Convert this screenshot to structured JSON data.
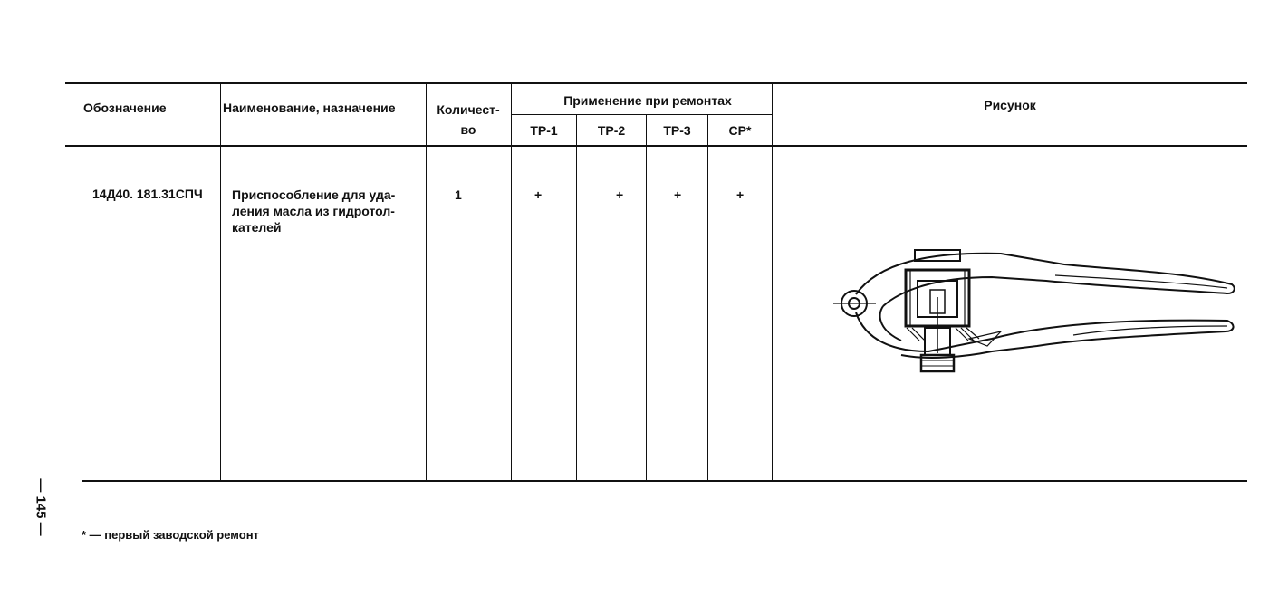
{
  "table": {
    "headers": {
      "designation": "Обозначение",
      "name": "Наименование, назначение",
      "quantity_line1": "Количест-",
      "quantity_line2": "во",
      "application": "Применение при ремонтах",
      "tr1": "ТР-1",
      "tr2": "ТР-2",
      "tr3": "ТР-3",
      "sr": "СР*",
      "figure": "Рисунок"
    },
    "row": {
      "designation": "14Д40. 181.31СПЧ",
      "name_lines": [
        "Приспособление для уда-",
        "ления масла из гидротол-",
        "кателей"
      ],
      "quantity": "1",
      "tr1": "+",
      "tr2": "+",
      "tr3": "+",
      "sr": "+",
      "figure_alt": "tool-drawing"
    }
  },
  "page_number": "— 145 —",
  "footnote": "* — первый заводской ремонт"
}
